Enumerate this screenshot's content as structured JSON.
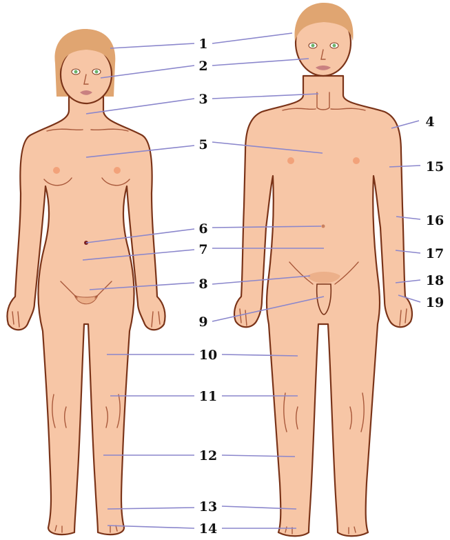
{
  "colors": {
    "skin": "#f7c6a6",
    "outline": "#7a3318",
    "hair": "#e0a571",
    "leader_line": "#8a86cc",
    "label_text": "#111111",
    "nipple": "#f2a27a",
    "eye": "#69b36a"
  },
  "figures": [
    "female-figure",
    "male-figure"
  ],
  "labels": [
    "1",
    "2",
    "3",
    "4",
    "5",
    "6",
    "7",
    "8",
    "9",
    "10",
    "11",
    "12",
    "13",
    "14",
    "15",
    "16",
    "17",
    "18",
    "19"
  ]
}
